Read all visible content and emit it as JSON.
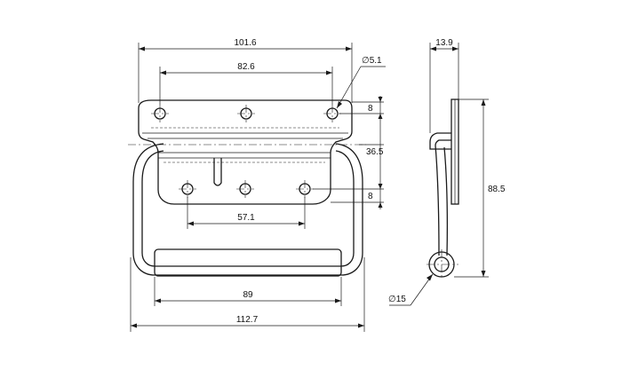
{
  "dimensions": {
    "overall_top_width": "101.6",
    "hole_span_top": "82.6",
    "hole_diameter": "∅5.1",
    "flange_height_top": "8",
    "hole_vertical_pitch": "36.5",
    "flange_height_bottom": "8",
    "hole_span_bottom": "57.1",
    "grip_length": "89",
    "overall_width": "112.7",
    "side_thickness": "13.9",
    "overall_height": "88.5",
    "grip_diameter": "∅15"
  }
}
